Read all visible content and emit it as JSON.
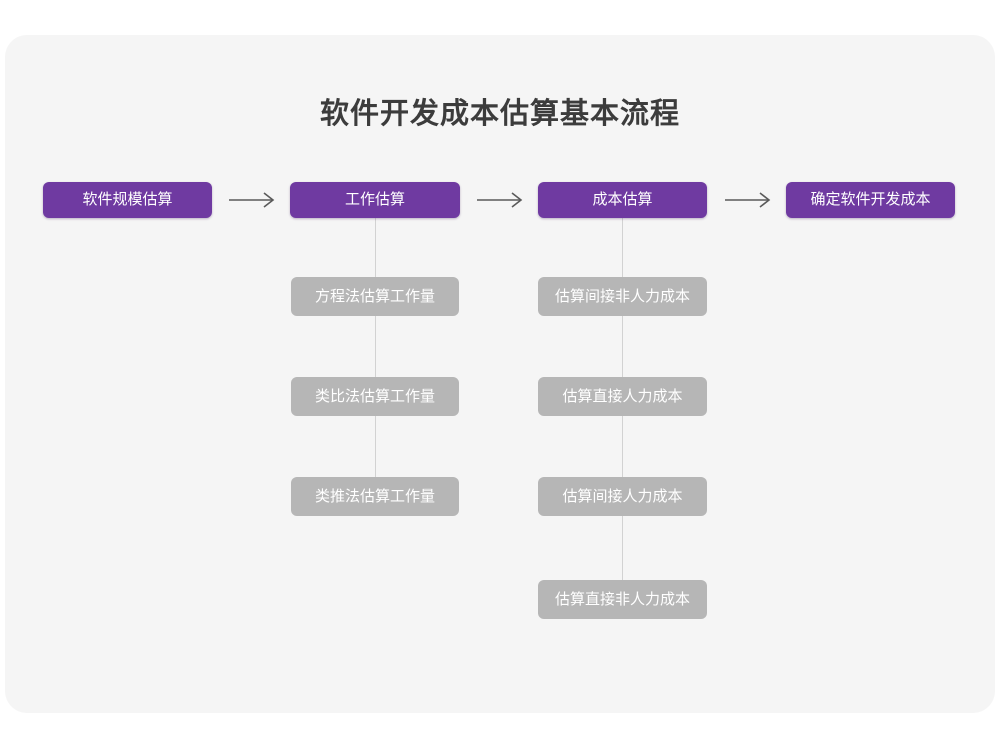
{
  "page": {
    "title": "软件开发成本估算基本流程",
    "background_color": "#ffffff",
    "card_color": "#f5f5f5"
  },
  "colors": {
    "primary_node": "#6f3aa1",
    "secondary_node": "#b6b6b6",
    "node_text": "#ffffff",
    "title_text": "#3c3c3c",
    "connector": "#d2d2d2",
    "arrow": "#5a5a5a"
  },
  "flow": {
    "main_steps": [
      {
        "label": "软件规模估算"
      },
      {
        "label": "工作估算"
      },
      {
        "label": "成本估算"
      },
      {
        "label": "确定软件开发成本"
      }
    ],
    "arrows": [
      {
        "name": "arrow-1",
        "glyph": "→"
      },
      {
        "name": "arrow-2",
        "glyph": "→"
      },
      {
        "name": "arrow-3",
        "glyph": "→"
      }
    ],
    "branch_effort": {
      "parent": "工作估算",
      "items": [
        {
          "label": "方程法估算工作量"
        },
        {
          "label": "类比法估算工作量"
        },
        {
          "label": "类推法估算工作量"
        }
      ]
    },
    "branch_cost": {
      "parent": "成本估算",
      "items": [
        {
          "label": "估算间接非人力成本"
        },
        {
          "label": "估算直接人力成本"
        },
        {
          "label": "估算间接人力成本"
        },
        {
          "label": "估算直接非人力成本"
        }
      ]
    }
  }
}
